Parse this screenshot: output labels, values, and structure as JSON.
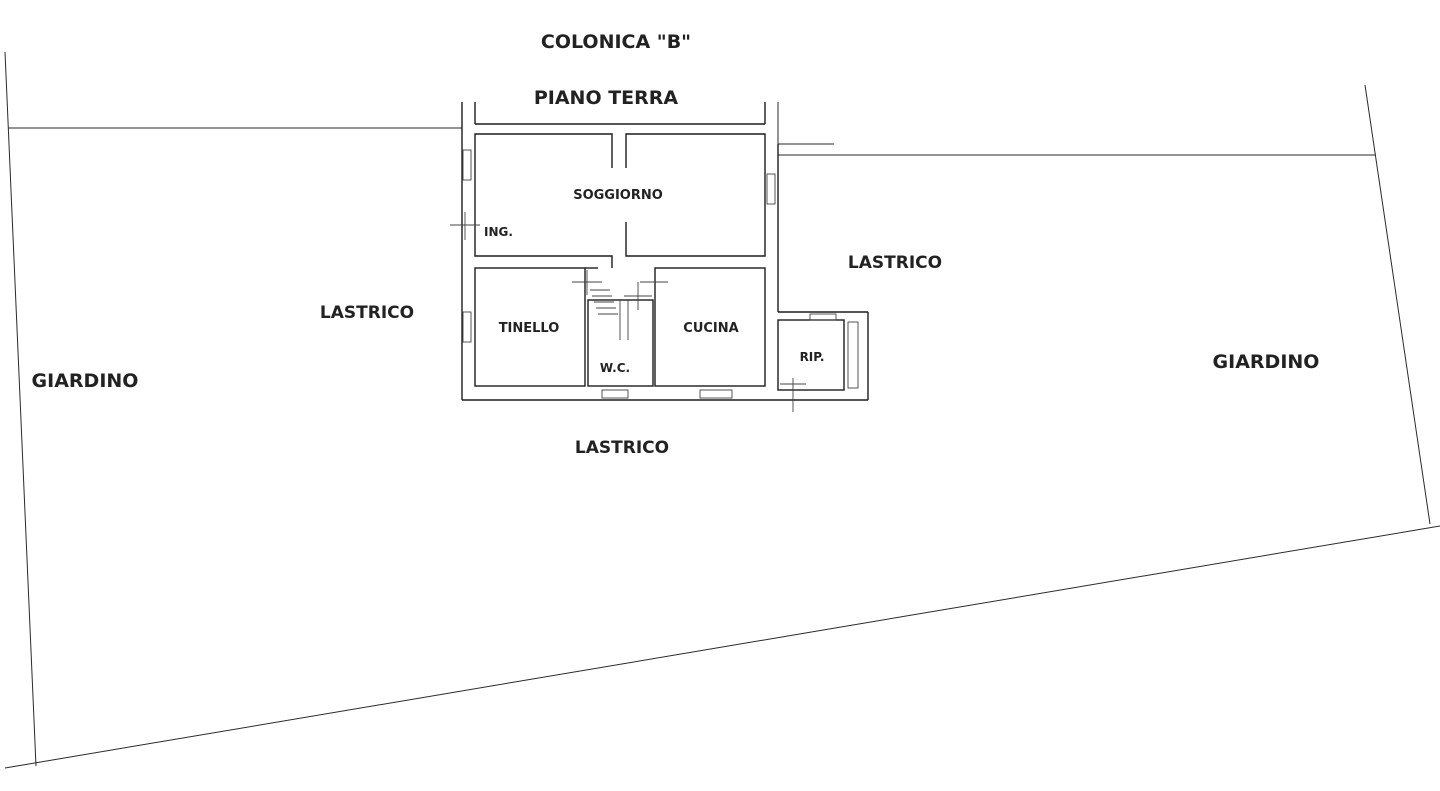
{
  "title": "COLONICA \"B\"",
  "subtitle": "PIANO TERRA",
  "colors": {
    "line": "#2a2a2a",
    "text": "#222222",
    "background": "#ffffff"
  },
  "rooms": {
    "soggiorno": "SOGGIORNO",
    "ingresso": "ING.",
    "tinello": "TINELLO",
    "wc": "W.C.",
    "cucina": "CUCINA",
    "ripostiglio": "RIP."
  },
  "outdoor": {
    "lastrico_left": "LASTRICO",
    "lastrico_right": "LASTRICO",
    "lastrico_bottom": "LASTRICO",
    "giardino_left": "GIARDINO",
    "giardino_right": "GIARDINO"
  }
}
